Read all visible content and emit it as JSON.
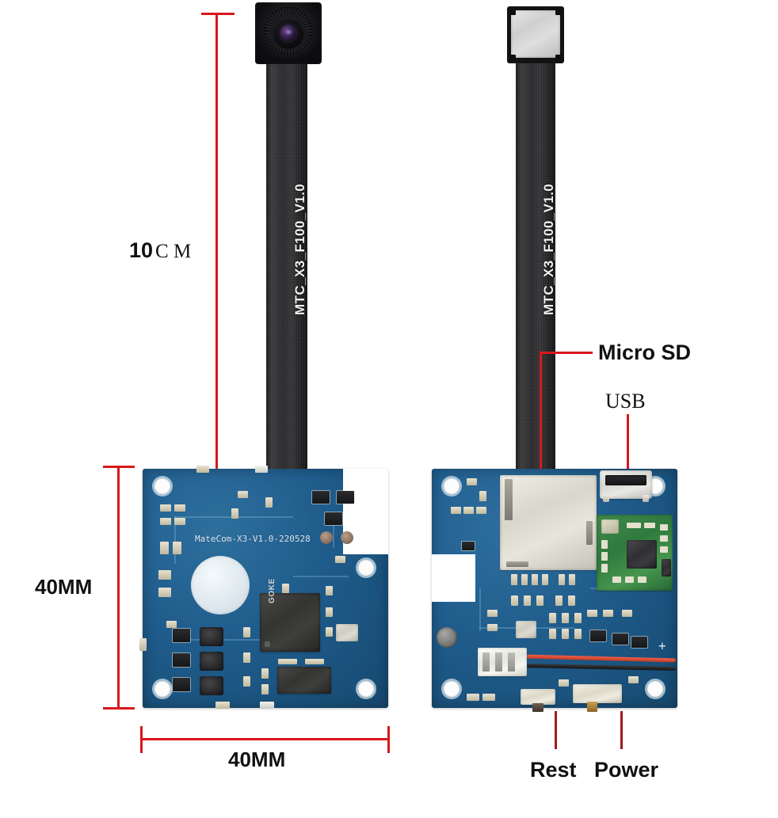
{
  "diagram": {
    "title": "MateCom X3 mini camera module dimension diagram",
    "background_color": "#ffffff",
    "accent_color": "#d8181c",
    "pcb_color": "#1f5c8c"
  },
  "dimensions": {
    "cable_length": {
      "label": "10CΜ",
      "value_text_main": "10",
      "value_text_unit": "C Μ",
      "orientation": "vertical"
    },
    "board_height": {
      "label": "40MM",
      "orientation": "vertical"
    },
    "board_width": {
      "label": "40MM",
      "orientation": "horizontal"
    }
  },
  "callouts": [
    {
      "key": "micro_sd",
      "label": "Micro SD",
      "font": "sans"
    },
    {
      "key": "usb",
      "label": "USB",
      "font": "serif"
    },
    {
      "key": "rest",
      "label": "Rest",
      "font": "sans"
    },
    {
      "key": "power",
      "label": "Power",
      "font": "sans"
    }
  ],
  "cable": {
    "printed_text": "MTC_X3_F100_V1.0",
    "left_instance_text": "MTC_X3_F100_V1.0",
    "right_instance_text": "MTC_X3_F100_V1.0"
  },
  "board_front": {
    "silkscreen": "MateCom-X3-V1.0-220528",
    "main_chip_label": "GOKE",
    "view": "front"
  },
  "board_back": {
    "view": "back",
    "components": [
      "micro-sd-slot",
      "micro-usb",
      "wifi-module",
      "battery-connector",
      "reset-switch",
      "power-switch",
      "microphone"
    ]
  }
}
